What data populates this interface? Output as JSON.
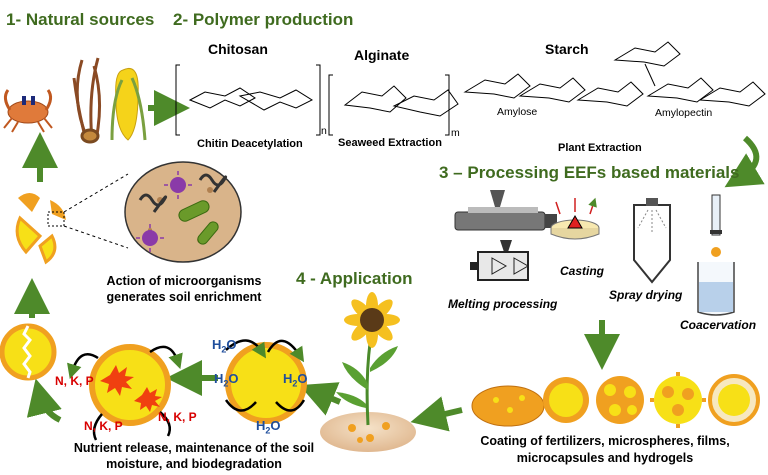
{
  "sections": {
    "natural_sources": "1- Natural sources",
    "polymer_production": "2- Polymer production",
    "processing": "3 – Processing EEFs based materials",
    "application": "4 - Application"
  },
  "polymers": {
    "chitosan": "Chitosan",
    "alginate": "Alginate",
    "starch": "Starch",
    "amylose": "Amylose",
    "amylopectin": "Amylopectin"
  },
  "extraction": {
    "chitin": "Chitin Deacetylation",
    "seaweed": "Seaweed Extraction",
    "plant": "Plant Extraction"
  },
  "processes": {
    "melting": "Melting processing",
    "casting": "Casting",
    "spray": "Spray drying",
    "coacervation": "Coacervation"
  },
  "captions": {
    "coating_line1": "Coating of fertilizers, microspheres, films,",
    "coating_line2": "microcapsules and hydrogels",
    "microorganisms_line1": "Action of microorganisms",
    "microorganisms_line2": "generates soil enrichment",
    "nutrient_line1": "Nutrient release, maintenance of the soil",
    "nutrient_line2": "moisture, and biodegradation"
  },
  "labels": {
    "nkp": "N, K, P",
    "water": "H",
    "water_sub": "2",
    "water_end": "O",
    "n_index": "n",
    "m_index": "m"
  },
  "colors": {
    "section_green": "#3f6b1f",
    "arrow_green": "#4e8a2a",
    "capsule_yellow": "#f7e017",
    "capsule_orange": "#f0a020",
    "nutrient_red": "#d80000",
    "water_blue": "#1f4e9c"
  }
}
